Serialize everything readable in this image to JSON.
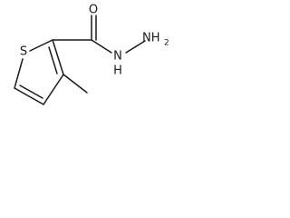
{
  "molecule": {
    "atoms": {
      "sulfur": "S",
      "oxygen": "O",
      "amide_nitrogen": "N",
      "amine_group": "NH",
      "amine_subscript": "2",
      "amide_h": "H"
    }
  }
}
